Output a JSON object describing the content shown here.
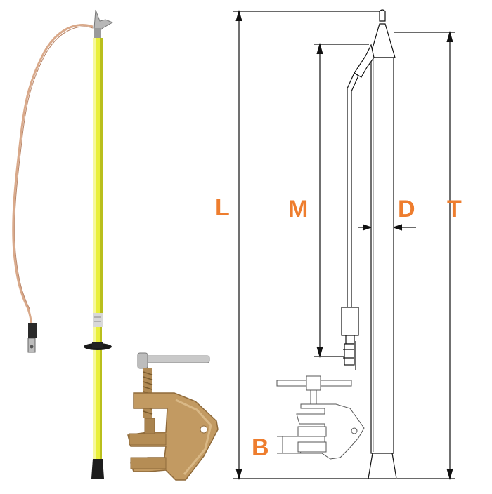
{
  "dimension_labels": {
    "L": "L",
    "M": "M",
    "D": "D",
    "T": "T",
    "B": "B"
  },
  "colors": {
    "label": "#ee7d2e",
    "line": "#111111",
    "pole_yellow": "#e9ef3a",
    "pole_shadow": "#b9bf1c",
    "brass": "#c29a62",
    "brass_dark": "#8f6a3a",
    "cable": "#d9a98a"
  },
  "icons": {
    "pole_photo": "telescopic-earthing-pole",
    "clamp_photo": "brass-earth-clamp",
    "drawing": "earthing-pole-technical-drawing",
    "clamp_drawing": "clamp-technical-drawing"
  }
}
